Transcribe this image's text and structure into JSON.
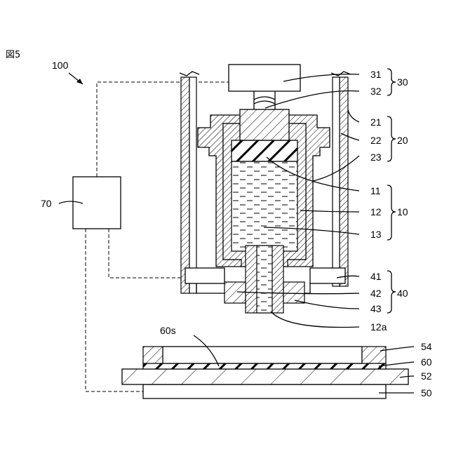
{
  "figure_label": "図5",
  "assembly_label": "100",
  "labels": {
    "l31": "31",
    "l32": "32",
    "l30": "30",
    "l21": "21",
    "l22": "22",
    "l20": "20",
    "l23": "23",
    "l11": "11",
    "l12": "12",
    "l10": "10",
    "l13": "13",
    "l41": "41",
    "l42": "42",
    "l40": "40",
    "l43": "43",
    "l12a": "12a",
    "l60s": "60s",
    "l54": "54",
    "l60": "60",
    "l52": "52",
    "l50": "50",
    "l70": "70"
  }
}
